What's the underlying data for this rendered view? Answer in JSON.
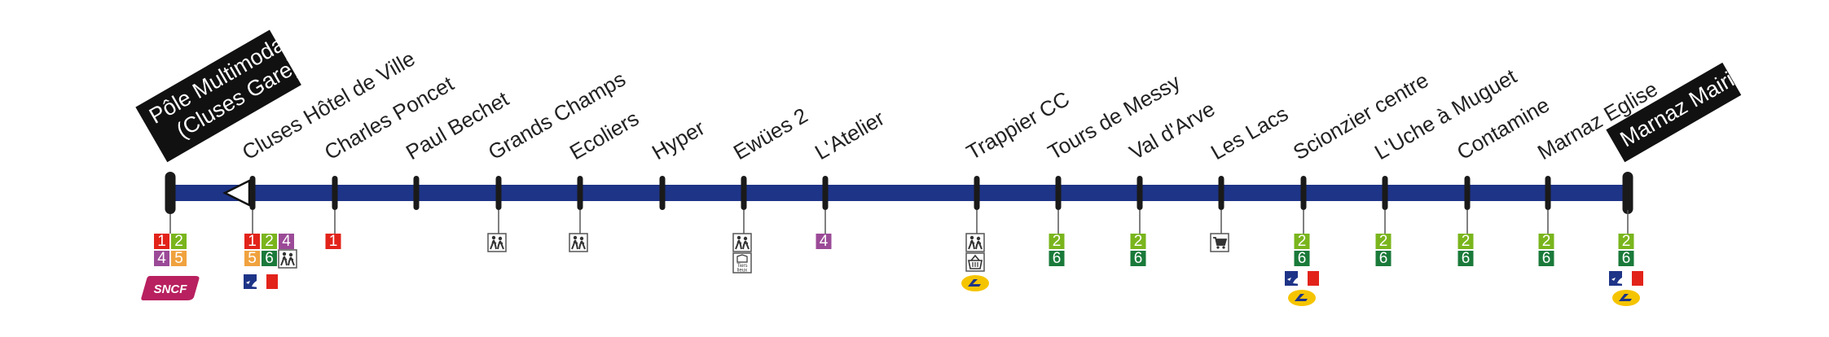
{
  "colors": {
    "line": "#1e3487",
    "tick": "#1a1a1a",
    "terminus_bg": "#111111",
    "badge_text": "#ffffff",
    "lines": {
      "1": "#e2231a",
      "2": "#7ab51d",
      "4": "#9b4a97",
      "5": "#f0a23e",
      "6": "#1a7a3a"
    },
    "sncf": "#b8205f",
    "laposte": "#f5c400",
    "laposte_blue": "#1e3487",
    "marianne_blue": "#1e3487",
    "marianne_red": "#e2231a"
  },
  "stops": [
    {
      "name": "Pôle Multimoda (Cluses Gare)",
      "name_lines": [
        "Pôle Multimoda",
        "(Cluses Gare)"
      ],
      "terminus": true,
      "lines": [
        "1",
        "2",
        "4",
        "5"
      ],
      "icons": [
        "sncf-logo"
      ]
    },
    {
      "name": "Cluses Hôtel de Ville",
      "terminus": false,
      "lines": [
        "1",
        "2",
        "4",
        "5",
        "6"
      ],
      "icons": [
        "school-icon",
        "marianne-logo"
      ],
      "direction_marker": true
    },
    {
      "name": "Charles Poncet",
      "terminus": false,
      "lines": [
        "1"
      ],
      "icons": []
    },
    {
      "name": "Paul Bechet",
      "terminus": false,
      "lines": [],
      "icons": []
    },
    {
      "name": "Grands Champs",
      "terminus": false,
      "lines": [],
      "icons": [
        "school-icon"
      ]
    },
    {
      "name": "Ecoliers",
      "terminus": false,
      "lines": [],
      "icons": [
        "school-icon"
      ]
    },
    {
      "name": "Hyper",
      "terminus": false,
      "lines": [],
      "icons": []
    },
    {
      "name": "Ewües 2",
      "terminus": false,
      "lines": [],
      "icons": [
        "school-icon",
        "library-icon"
      ]
    },
    {
      "name": "L'Atelier",
      "terminus": false,
      "lines": [
        "4"
      ],
      "icons": []
    },
    {
      "name": "Trappier CC",
      "terminus": false,
      "lines": [],
      "icons": [
        "school-icon",
        "shopping-basket-icon",
        "laposte-logo"
      ]
    },
    {
      "name": "Tours de Messy",
      "terminus": false,
      "lines": [
        "2",
        "6"
      ],
      "icons": []
    },
    {
      "name": "Val d'Arve",
      "terminus": false,
      "lines": [
        "2",
        "6"
      ],
      "icons": []
    },
    {
      "name": "Les Lacs",
      "terminus": false,
      "lines": [],
      "icons": [
        "cart-icon"
      ]
    },
    {
      "name": "Scionzier centre",
      "terminus": false,
      "lines": [
        "2",
        "6"
      ],
      "icons": [
        "marianne-logo",
        "laposte-logo"
      ]
    },
    {
      "name": "L'Uche à Muguet",
      "terminus": false,
      "lines": [
        "2",
        "6"
      ],
      "icons": []
    },
    {
      "name": "Contamine",
      "terminus": false,
      "lines": [
        "2",
        "6"
      ],
      "icons": []
    },
    {
      "name": "Marnaz Eglise",
      "terminus": false,
      "lines": [
        "2",
        "6"
      ],
      "icons": []
    },
    {
      "name": "Marnaz Mairie",
      "name_lines": [
        "Marnaz Mairie"
      ],
      "terminus": true,
      "lines": [
        "2",
        "6"
      ],
      "icons": [
        "marianne-logo",
        "laposte-logo"
      ]
    }
  ],
  "sncf_text": "SNCF",
  "library_text": "Tiers-lieux",
  "library_text_lines": [
    "Tiers",
    "lieux"
  ]
}
